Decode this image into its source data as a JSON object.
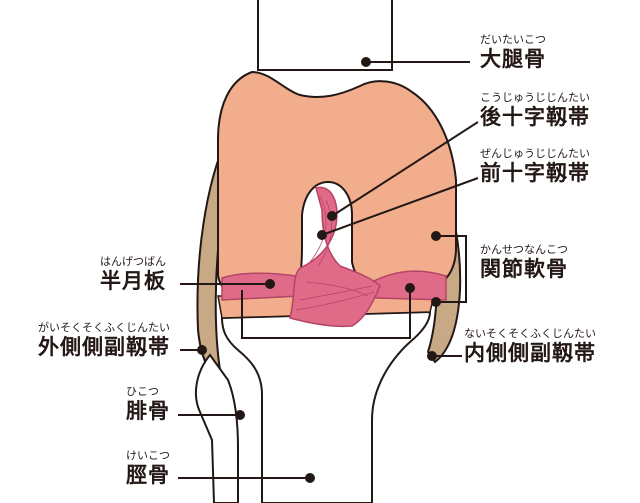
{
  "labels": {
    "femur": {
      "ruby": "だいたいこつ",
      "name": "大腿骨"
    },
    "pcl": {
      "ruby": "こうじゅうじじんたい",
      "name": "後十字靱帯"
    },
    "acl": {
      "ruby": "ぜんじゅうじじんたい",
      "name": "前十字靱帯"
    },
    "cartilage": {
      "ruby": "かんせつなんこつ",
      "name": "関節軟骨"
    },
    "meniscus": {
      "ruby": "はんげつばん",
      "name": "半月板"
    },
    "lcl": {
      "ruby": "がいそくそくふくじんたい",
      "name": "外側側副靱帯"
    },
    "mcl": {
      "ruby": "ないそくそくふくじんたい",
      "name": "内側側副靱帯"
    },
    "fibula": {
      "ruby": "ひこつ",
      "name": "腓骨"
    },
    "tibia": {
      "ruby": "けいこつ",
      "name": "脛骨"
    }
  },
  "colors": {
    "bone_outline": "#231815",
    "femur_fill": "#f2ae8c",
    "cartilage_fill": "#c8a985",
    "ligament_fill": "#e06b88",
    "ligament_stroke": "#b54466",
    "line": "#231815"
  }
}
